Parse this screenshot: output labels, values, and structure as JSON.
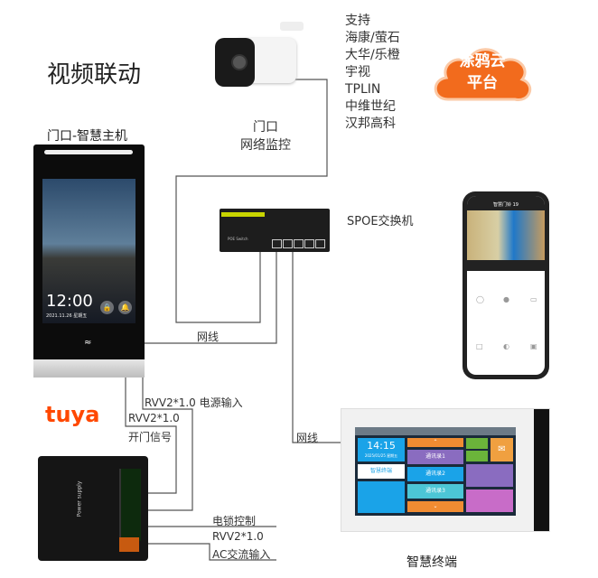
{
  "title": "视频联动",
  "camera": {
    "label_line1": "门口",
    "label_line2": "网络监控"
  },
  "support_list": [
    "支持",
    "海康/萤石",
    "大华/乐橙",
    "宇视",
    "TPLIN",
    "中维世纪",
    "汉邦高科"
  ],
  "cloud": {
    "line1": "涂鸦云",
    "line2": "平台",
    "color": "#f26b1d"
  },
  "door_panel": {
    "label": "门口-智慧主机",
    "time": "12:00",
    "date": "2021.11.26  星期五"
  },
  "switch": {
    "label": "SPOE交换机",
    "brand_text": "POE Switch"
  },
  "phone": {
    "title": "智慧门铃 19"
  },
  "terminal": {
    "label": "智慧终端",
    "time": "14:15",
    "date": "2025/01/25  星期五",
    "tile_name": "智慧终端",
    "contacts": [
      "通讯录1",
      "通讯录2",
      "通讯录3"
    ]
  },
  "tuya": {
    "logo": "tuya",
    "color": "#ff4800"
  },
  "psu": {
    "label": "Power supply"
  },
  "wires": {
    "net1": "网线",
    "net2": "网线",
    "power_in": "RVV2*1.0 电源输入",
    "door_signal_spec": "RVV2*1.0",
    "door_signal": "开门信号",
    "lock_control": "电锁控制",
    "ac_spec": "RVV2*1.0",
    "ac_input": "AC交流输入"
  }
}
